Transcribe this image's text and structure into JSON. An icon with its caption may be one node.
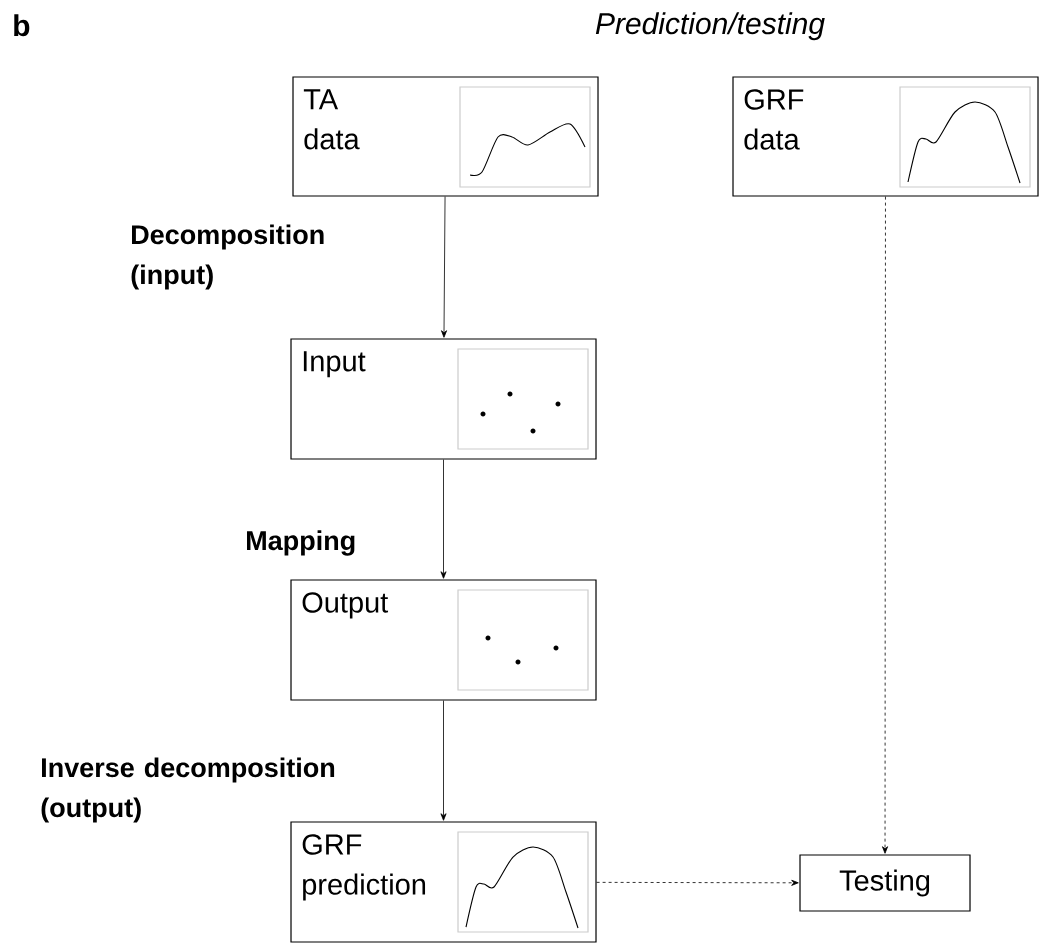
{
  "diagram": {
    "title": "Prediction/testing",
    "nodes": [
      {
        "text": [
          "TA data"
        ]
      },
      {
        "text": [
          "GRF data"
        ]
      },
      {
        "text": [
          "Input"
        ]
      },
      {
        "text": [
          "Output"
        ]
      },
      {
        "text": [
          "GRF prediction"
        ]
      },
      {
        "text": [
          "Testing"
        ]
      }
    ],
    "edges": [
      {
        "from": 0,
        "to": 2,
        "arrow": "to",
        "label": "Decomposition (input)"
      },
      {
        "from": 2,
        "to": 3,
        "arrow": "to",
        "label": "Mapping"
      },
      {
        "from": 3,
        "to": 4,
        "arrow": "to",
        "label": "Inverse decomposition (output)"
      },
      {
        "from": 1,
        "to": 5,
        "arrow": "to",
        "style": "dashed"
      },
      {
        "from": 4,
        "to": 5,
        "arrow": "to",
        "style": "dashed"
      }
    ],
    "labels": [
      "b"
    ]
  }
}
